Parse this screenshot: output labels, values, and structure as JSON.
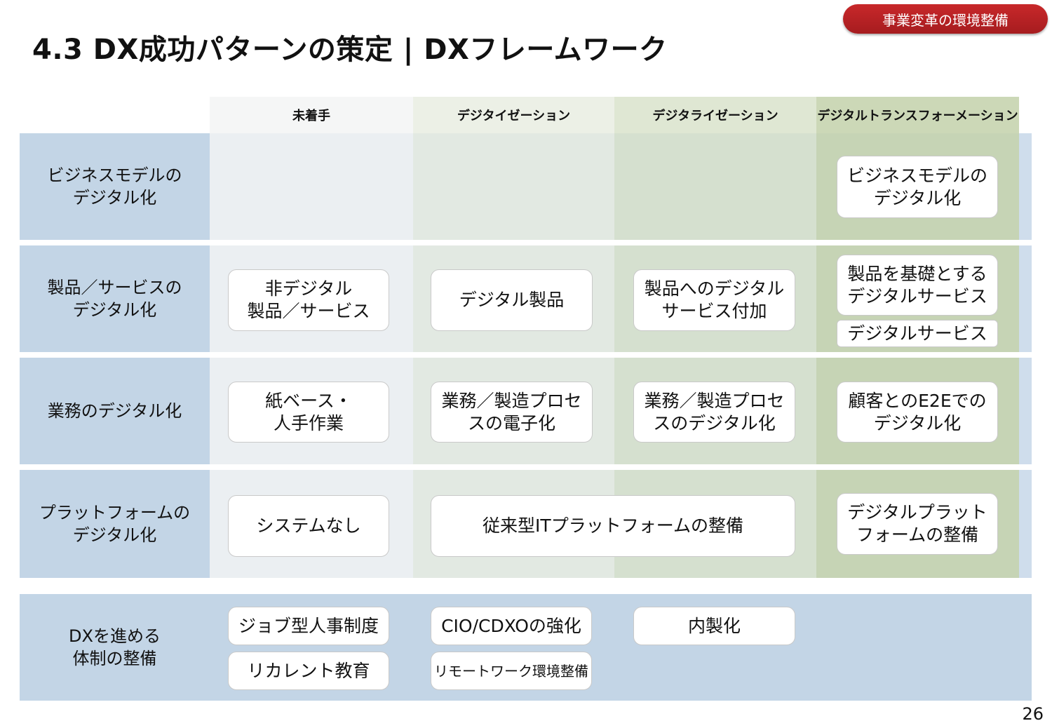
{
  "header": {
    "badge": "事業変革の環境整備",
    "title": "4.3 DX成功パターンの策定 | DXフレームワーク"
  },
  "columns": [
    "未着手",
    "デジタイゼーション",
    "デジタライゼーション",
    "デジタルトランスフォーメーション"
  ],
  "rows": {
    "business_model": {
      "label": "ビジネスモデルの\nデジタル化",
      "dx": "ビジネスモデルの\nデジタル化"
    },
    "product_service": {
      "label": "製品／サービスの\nデジタル化",
      "none": "非デジタル\n製品／サービス",
      "digitization": "デジタル製品",
      "digitalization": "製品へのデジタル\nサービス付加",
      "dx_1": "製品を基礎とする\nデジタルサービス",
      "dx_2": "デジタルサービス"
    },
    "operations": {
      "label": "業務のデジタル化",
      "none": "紙ベース・\n人手作業",
      "digitization": "業務／製造プロセ\nスの電子化",
      "digitalization": "業務／製造プロセ\nスのデジタル化",
      "dx": "顧客とのE2Eでの\nデジタル化"
    },
    "platform": {
      "label": "プラットフォームの\nデジタル化",
      "none": "システムなし",
      "legacy": "従来型ITプラットフォームの整備",
      "dx": "デジタルプラット\nフォームの整備"
    },
    "organization": {
      "label": "DXを進める\n体制の整備",
      "job_type_hr": "ジョブ型人事制度",
      "reskilling": "リカレント教育",
      "cio": "CIO/CDXOの強化",
      "remote": "リモートワーク環境整備",
      "insourcing": "内製化"
    }
  },
  "page_number": "26"
}
